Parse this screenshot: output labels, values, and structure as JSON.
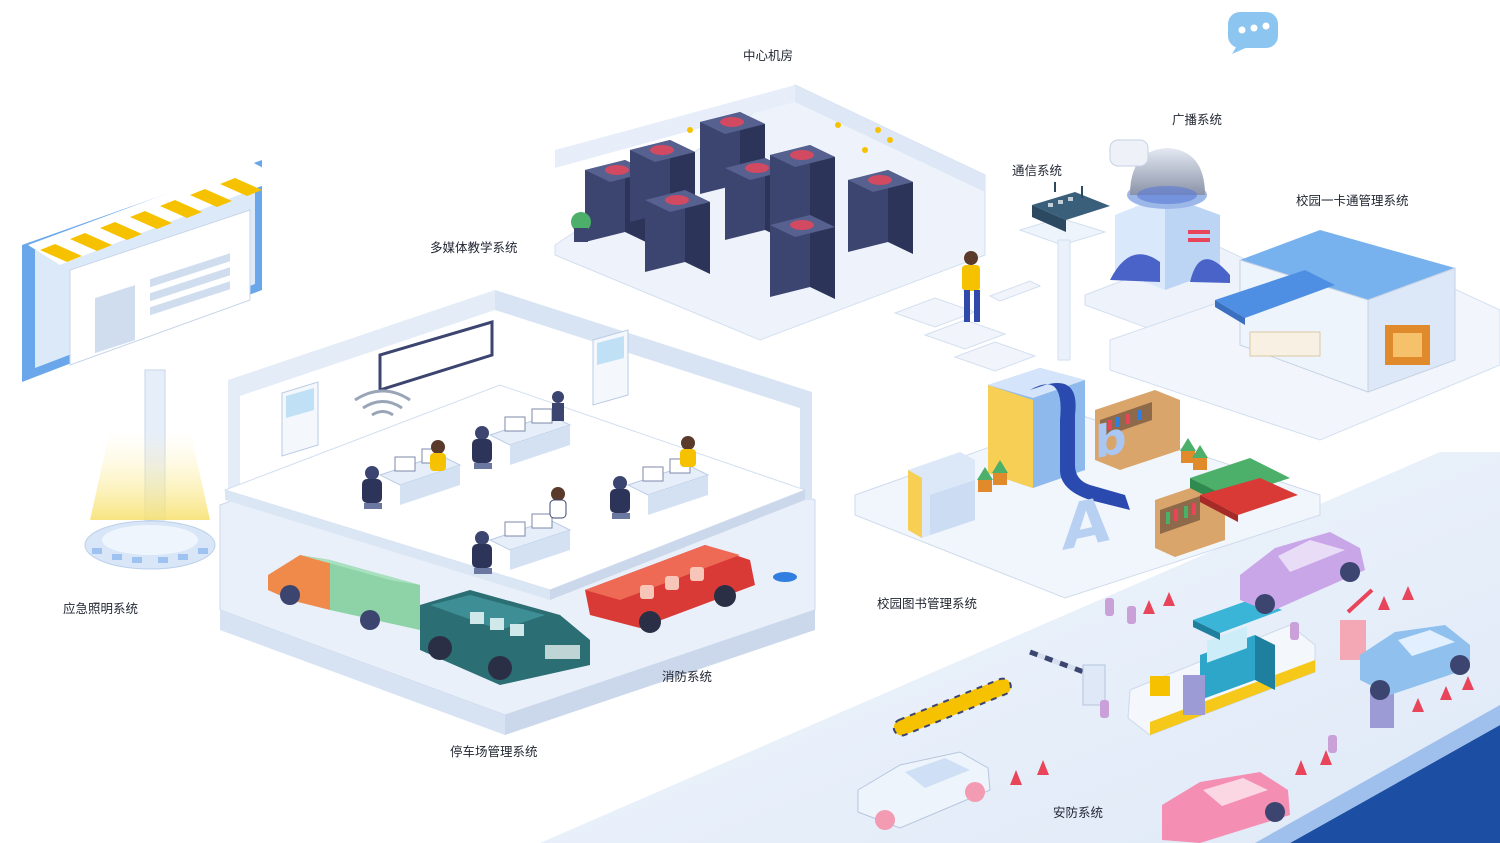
{
  "labels": {
    "data_center": "中心机房",
    "broadcast": "广播系统",
    "communication": "通信系统",
    "campus_card": "校园一卡通管理系统",
    "multimedia": "多媒体教学系统",
    "emergency_lighting": "应急照明系统",
    "library": "校园图书管理系统",
    "fire_protection": "消防系统",
    "parking": "停车场管理系统",
    "security": "安防系统"
  },
  "library_letters": {
    "b": "b",
    "a": "A"
  },
  "colors": {
    "platform": "#eef3fb",
    "platform_edge": "#d3dff0",
    "server": "#3b4570",
    "server_light": "#56618f",
    "accent_red": "#e8455b",
    "accent_blue": "#2f7ee0",
    "road": "#e4ecf8",
    "deep_blue": "#1c4fa3",
    "awning_yellow": "#f6c200"
  }
}
